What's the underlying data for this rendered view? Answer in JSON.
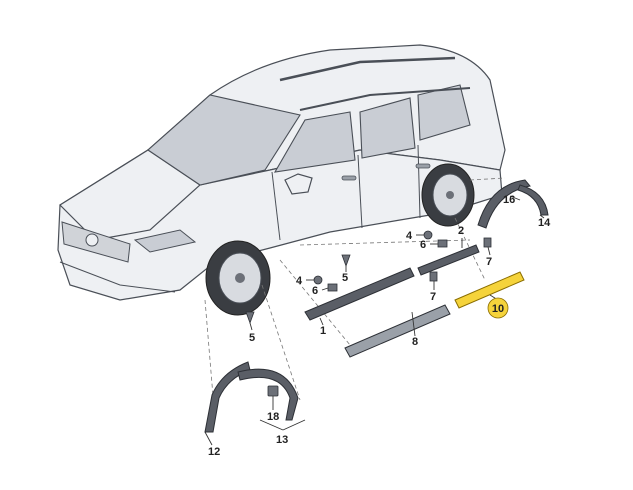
{
  "diagram": {
    "highlight_color": "#f5d33b",
    "line_color": "#4a4f57",
    "callouts": [
      {
        "id": "c1",
        "text": "1"
      },
      {
        "id": "c2",
        "text": "2"
      },
      {
        "id": "c4a",
        "text": "4"
      },
      {
        "id": "c4b",
        "text": "4"
      },
      {
        "id": "c5a",
        "text": "5"
      },
      {
        "id": "c5b",
        "text": "5"
      },
      {
        "id": "c6a",
        "text": "6"
      },
      {
        "id": "c6b",
        "text": "6"
      },
      {
        "id": "c7a",
        "text": "7"
      },
      {
        "id": "c7b",
        "text": "7"
      },
      {
        "id": "c8",
        "text": "8"
      },
      {
        "id": "c10",
        "text": "10"
      },
      {
        "id": "c12",
        "text": "12"
      },
      {
        "id": "c13",
        "text": "13"
      },
      {
        "id": "c14",
        "text": "14"
      },
      {
        "id": "c16",
        "text": "16"
      },
      {
        "id": "c18",
        "text": "18"
      }
    ]
  }
}
